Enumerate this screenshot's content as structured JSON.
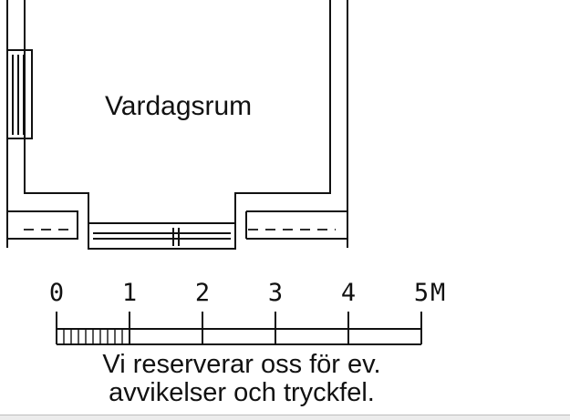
{
  "room": {
    "label": "Vardagsrum"
  },
  "scale": {
    "ticks": [
      "0",
      "1",
      "2",
      "3",
      "4",
      "5"
    ],
    "unit": "M"
  },
  "disclaimer": {
    "line1": "Vi reserverar oss för ev.",
    "line2": "avvikelser och tryckfel."
  }
}
